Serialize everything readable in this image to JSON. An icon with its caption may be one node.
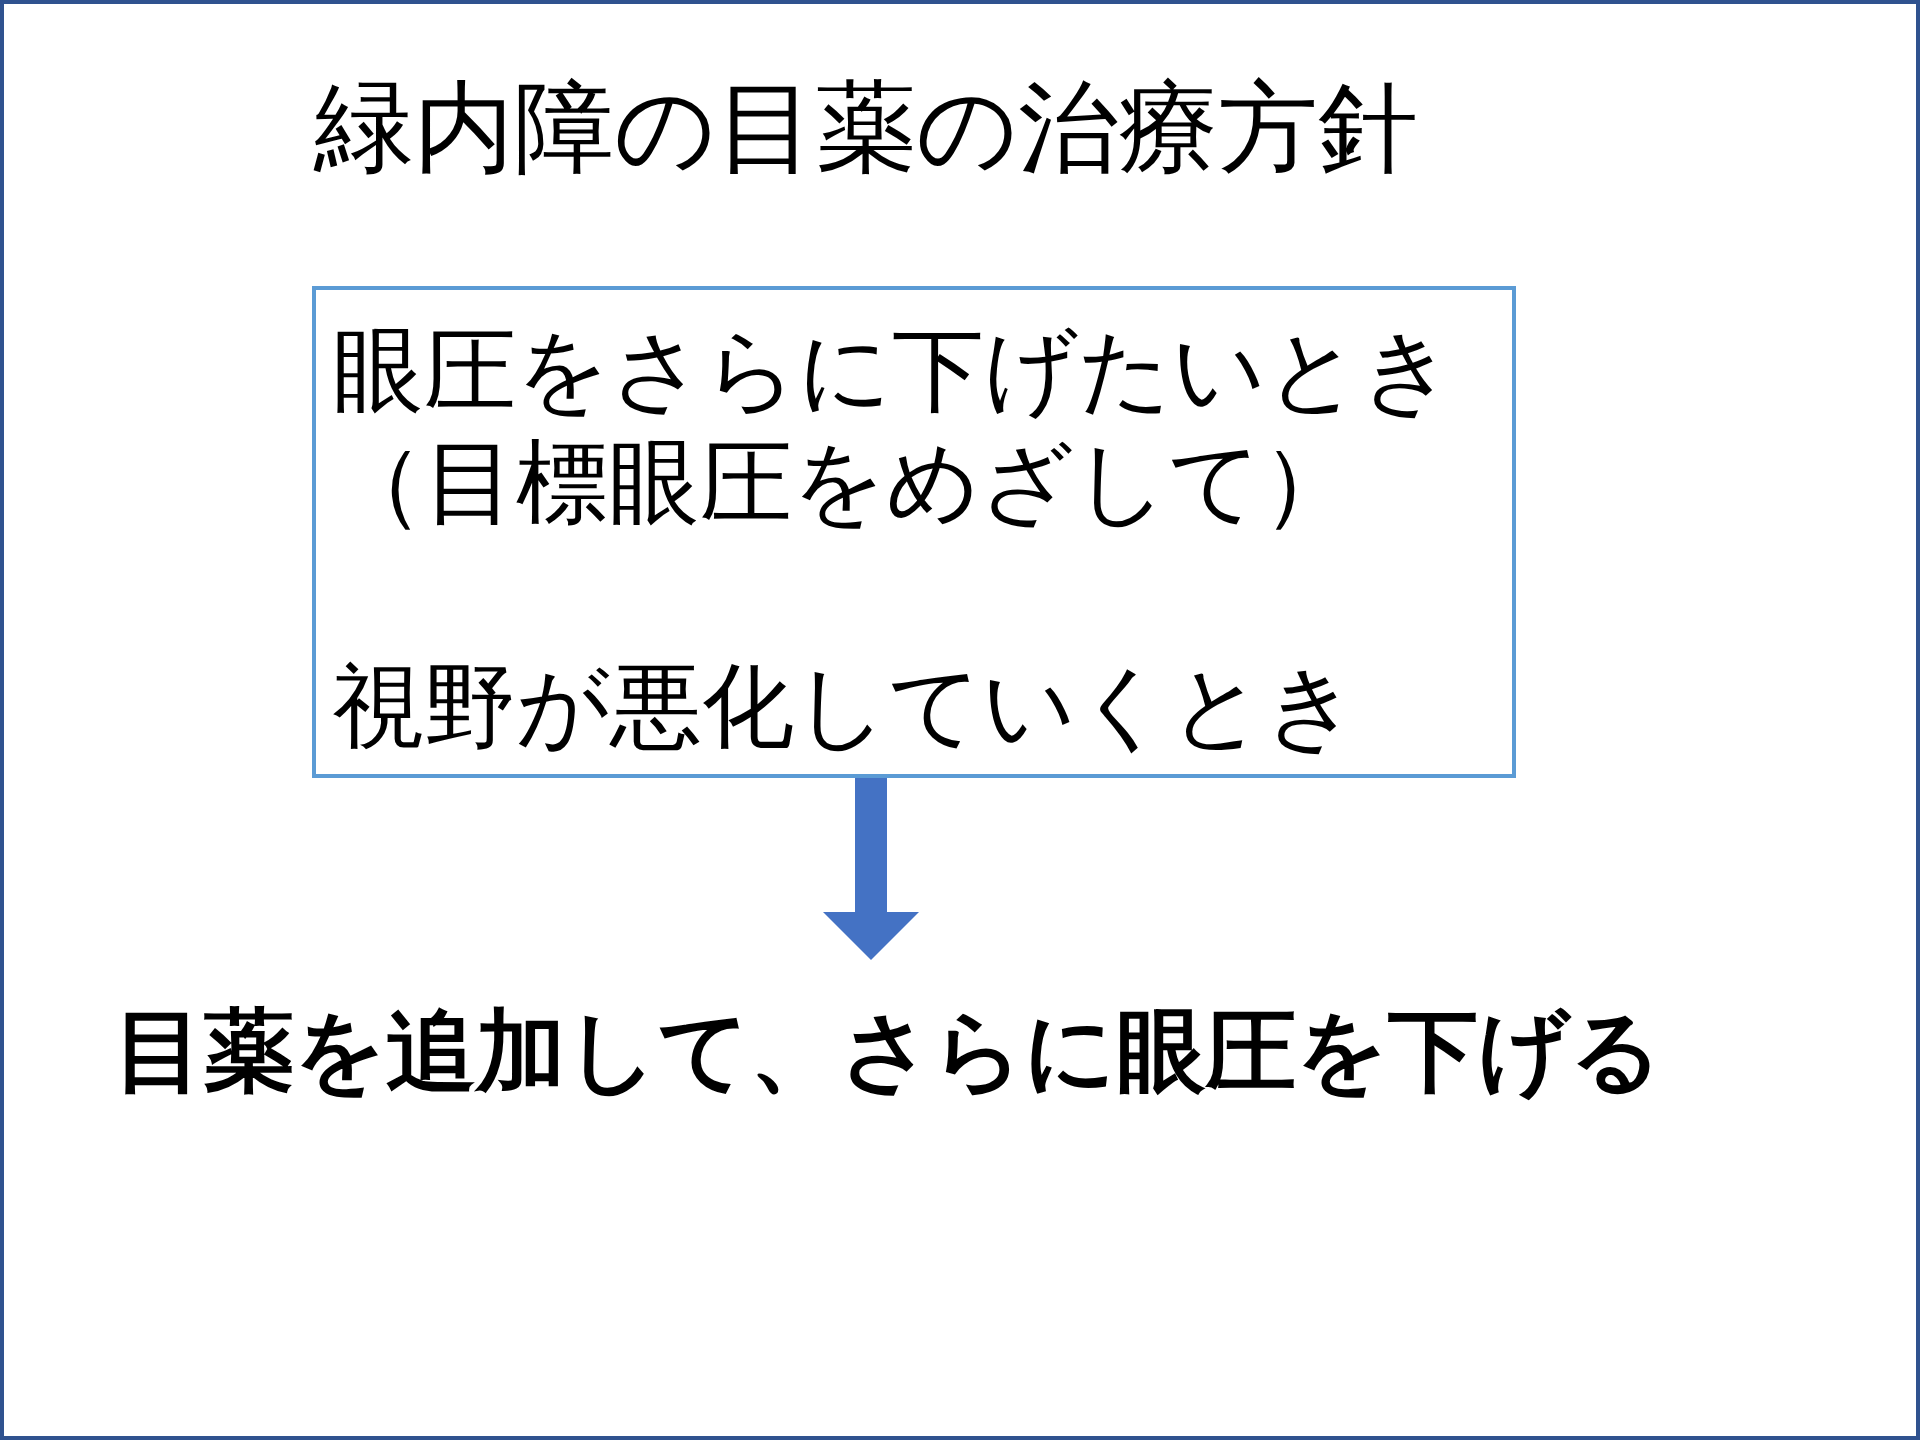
{
  "diagram": {
    "title": "緑内障の目薬の治療方針",
    "nodes": [
      {
        "text": [
          "眼圧をさらに下げたいとき（目標眼圧をめざして）",
          "視野が悪化していくとき"
        ]
      },
      {
        "text": [
          "目薬を追加して、さらに眼圧を下げる"
        ]
      }
    ],
    "edges": [
      {
        "from": 0,
        "to": 1,
        "arrow": "to",
        "style": "thick",
        "color": "#4472c4"
      }
    ]
  }
}
